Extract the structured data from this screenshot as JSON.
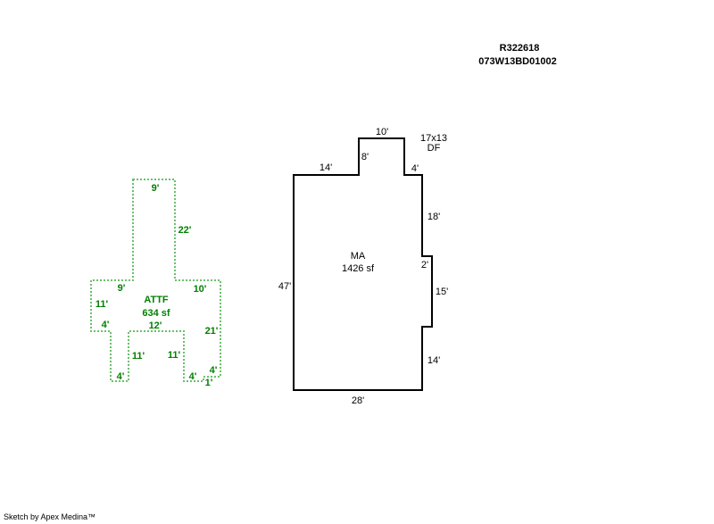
{
  "header": {
    "parcel_id": "R322618",
    "map_tax_lot": "073W13BD01002"
  },
  "areas": [
    {
      "code": "MA",
      "area": "1426 sf",
      "color": "#000000",
      "dimensions": [
        "14'",
        "8'",
        "10'",
        "4'",
        "18'",
        "2'",
        "15'",
        "14'",
        "28'",
        "47'"
      ]
    },
    {
      "code": "ATTF",
      "area": "634 sf",
      "color": "#008000",
      "dimensions": [
        "9'",
        "22'",
        "10'",
        "21'",
        "4'",
        "1'",
        "4'",
        "11'",
        "12'",
        "11'",
        "4'",
        "4'",
        "11'",
        "9'"
      ]
    }
  ],
  "note": {
    "size": "17x13",
    "code": "DF"
  },
  "footer": "Sketch by Apex Medina™"
}
